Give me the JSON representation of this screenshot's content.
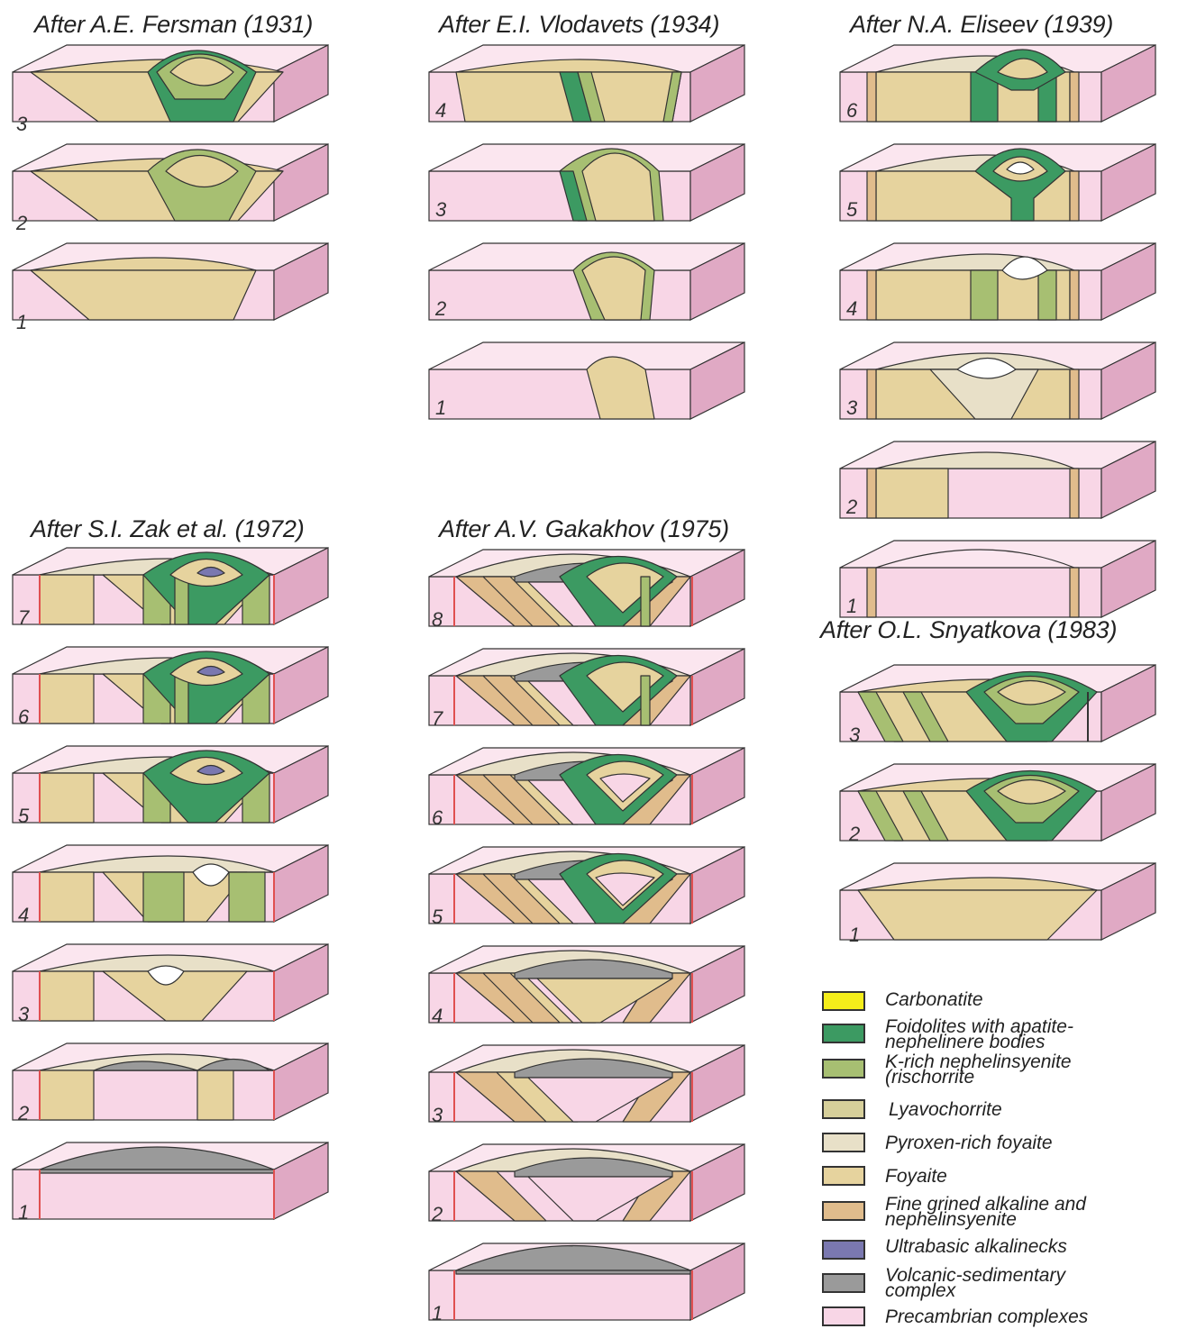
{
  "titles": {
    "fersman": "After A.E. Fersman (1931)",
    "vlodavets": "After E.I. Vlodavets (1934)",
    "eliseev": "After N.A. Eliseev (1939)",
    "zak": "After S.I. Zak et al. (1972)",
    "gakakhov": "After A.V. Gakakhov (1975)",
    "snyatkova": "After O.L. Snyatkova (1983)"
  },
  "stage_numbers": {
    "fersman": [
      "3",
      "2",
      "1"
    ],
    "vlodavets": [
      "4",
      "3",
      "2",
      "1"
    ],
    "eliseev": [
      "6",
      "5",
      "4",
      "3",
      "2",
      "1"
    ],
    "zak": [
      "7",
      "6",
      "5",
      "4",
      "3",
      "2",
      "1"
    ],
    "gakakhov": [
      "8",
      "7",
      "6",
      "5",
      "4",
      "3",
      "2",
      "1"
    ],
    "snyatkova": [
      "3",
      "2",
      "1"
    ]
  },
  "legend": [
    {
      "label": "Carbonatite",
      "color": "#f5ee1a"
    },
    {
      "label": "Foidolites with apatite-\nnephelinere bodies",
      "color": "#3c9a62"
    },
    {
      "label": "K-rich nephelinsyenite\n(rischorrite",
      "color": "#a7bf72"
    },
    {
      "label": "Lyavochorrite",
      "color": "#d6cf9a"
    },
    {
      "label": "Pyroxen-rich foyaite",
      "color": "#e8e0c8"
    },
    {
      "label": "Foyaite",
      "color": "#e6d39e"
    },
    {
      "label": "Fine grined alkaline and\nnephelinsyenite",
      "color": "#e0bc8c"
    },
    {
      "label": "Ultrabasic alkalinecks",
      "color": "#7a78b0"
    },
    {
      "label": "Volcanic-sedimentary\ncomplex",
      "color": "#9a9a9a"
    },
    {
      "label": "Precambrian complexes",
      "color": "#f8d6e6"
    }
  ],
  "colors": {
    "precambrian_front": "#f8d6e6",
    "precambrian_top": "#fbe6ef",
    "precambrian_side": "#e0a9c4",
    "outline": "#333333",
    "fault": "#e05050"
  }
}
